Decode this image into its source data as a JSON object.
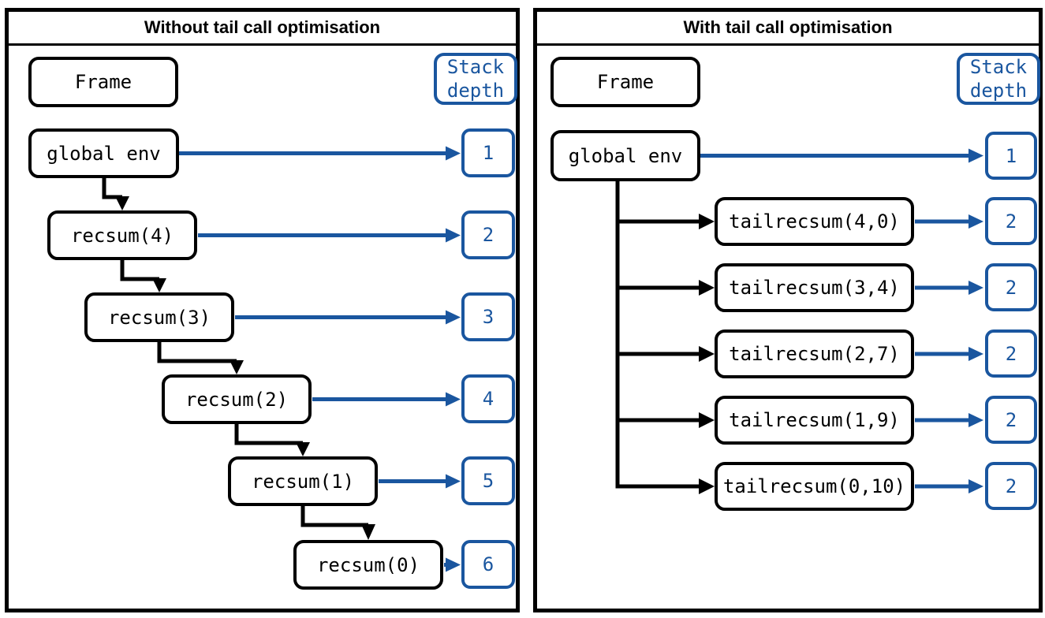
{
  "colors": {
    "accent_blue": "#1a569f",
    "line_black": "#000000",
    "background": "#ffffff"
  },
  "panels": [
    {
      "title": "Without tail call optimisation",
      "frame_label": "Frame",
      "stack_depth_header": "Stack depth",
      "root": {
        "label": "global env",
        "depth": "1"
      },
      "calls": [
        {
          "label": "recsum(4)",
          "depth": "2"
        },
        {
          "label": "recsum(3)",
          "depth": "3"
        },
        {
          "label": "recsum(2)",
          "depth": "4"
        },
        {
          "label": "recsum(1)",
          "depth": "5"
        },
        {
          "label": "recsum(0)",
          "depth": "6"
        }
      ]
    },
    {
      "title": "With tail call optimisation",
      "frame_label": "Frame",
      "stack_depth_header": "Stack depth",
      "root": {
        "label": "global env",
        "depth": "1"
      },
      "calls": [
        {
          "label": "tailrecsum(4,0)",
          "depth": "2"
        },
        {
          "label": "tailrecsum(3,4)",
          "depth": "2"
        },
        {
          "label": "tailrecsum(2,7)",
          "depth": "2"
        },
        {
          "label": "tailrecsum(1,9)",
          "depth": "2"
        },
        {
          "label": "tailrecsum(0,10)",
          "depth": "2"
        }
      ]
    }
  ]
}
